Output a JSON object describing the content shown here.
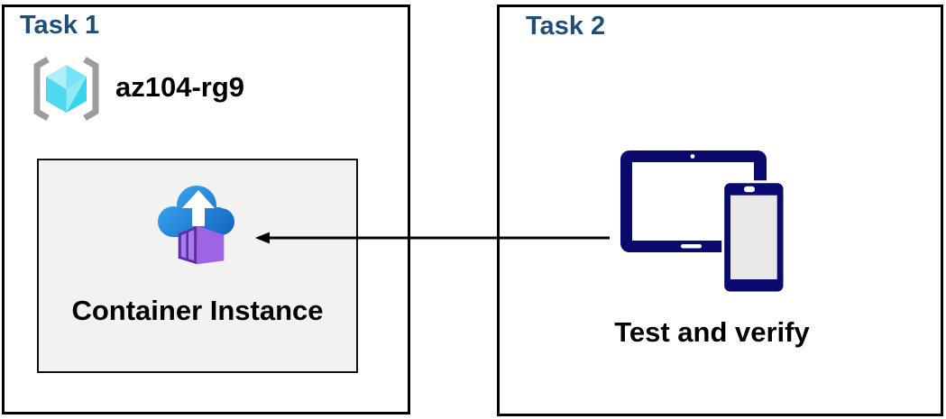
{
  "task1": {
    "title": "Task 1",
    "resource_group_name": "az104-rg9",
    "container_box_label": "Container Instance",
    "icons": {
      "resource_group": "resource-group-icon (gray brackets around cyan cube)",
      "container_instance": "container-instance-icon (blue cloud, white up arrow, purple container)"
    }
  },
  "task2": {
    "title": "Test and verify",
    "heading": "Task 2",
    "icons": {
      "devices": "devices-icon (navy tablet and phone)"
    }
  },
  "arrow": {
    "description": "horizontal arrow from devices icon pointing left into Container Instance box",
    "direction": "left"
  },
  "colors": {
    "title_blue": "#1F4E79",
    "box_border": "#000000",
    "inner_box_bg": "#F2F2F2",
    "device_navy": "#0A0A6E",
    "cloud_blue_top": "#35A3EE",
    "cloud_blue_bottom": "#1565C2",
    "container_front_purple": "#5B2F9D",
    "container_side_purple": "#9D64E6",
    "container_top_purple": "#B78CF6",
    "container_panel_purple": "#A87CF0",
    "cube_light": "#AEEFFA",
    "cube_mid": "#76E4F5",
    "cube_left": "#4ED9F0",
    "cube_right_light": "#8FE9F7",
    "cube_right_dark": "#35D4EF",
    "bracket_gray": "#9C9C9C",
    "phone_screen_gray": "#E8E8E8"
  }
}
